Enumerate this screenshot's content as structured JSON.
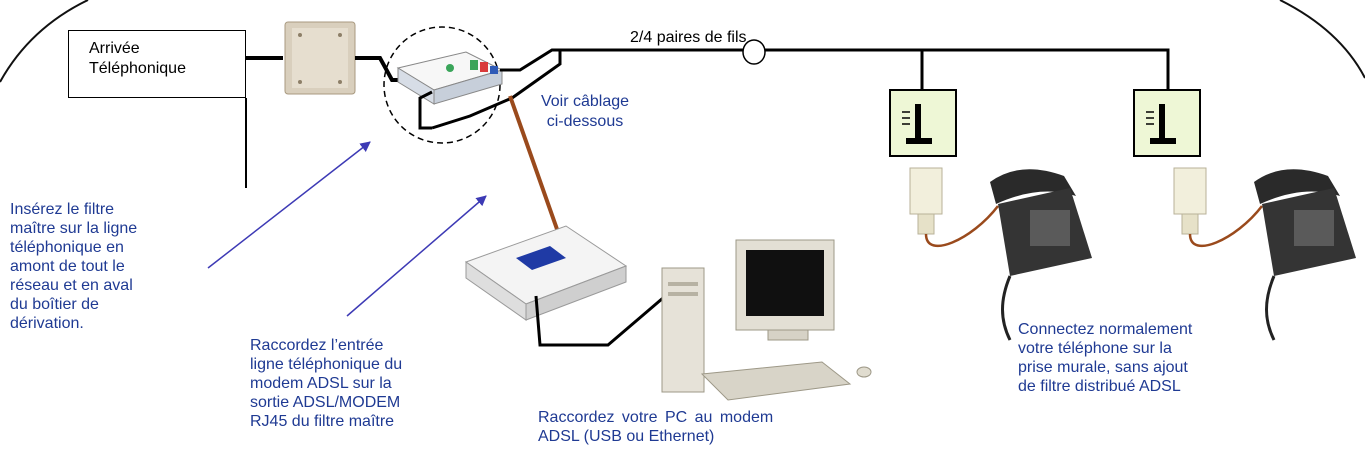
{
  "box_title": [
    "Arrivée",
    "Téléphonique"
  ],
  "pairs_label": "2/4 paires de fils",
  "wiring_note": [
    "Voir câblage",
    "ci-dessous"
  ],
  "note_filter": [
    "Insérez le filtre",
    "maître sur la ligne",
    "téléphonique en",
    "amont de tout le",
    "réseau et en aval",
    "du boîtier de",
    "dérivation."
  ],
  "note_modem": [
    "Raccordez l’entrée",
    "ligne téléphonique du",
    "modem ADSL sur la",
    "sortie ADSL/MODEM",
    "RJ45 du filtre maître"
  ],
  "note_pc": [
    "Raccordez votre PC au modem",
    "ADSL (USB ou Ethernet)"
  ],
  "note_phone": [
    "Connectez normalement",
    "votre téléphone sur la",
    "prise murale, sans ajout",
    "de filtre distribué ADSL"
  ],
  "colors": {
    "text_blue": "#1f3a93",
    "arrow_blue": "#3d3ab5",
    "cable_brown": "#9a4a1c",
    "line": "#000000"
  }
}
